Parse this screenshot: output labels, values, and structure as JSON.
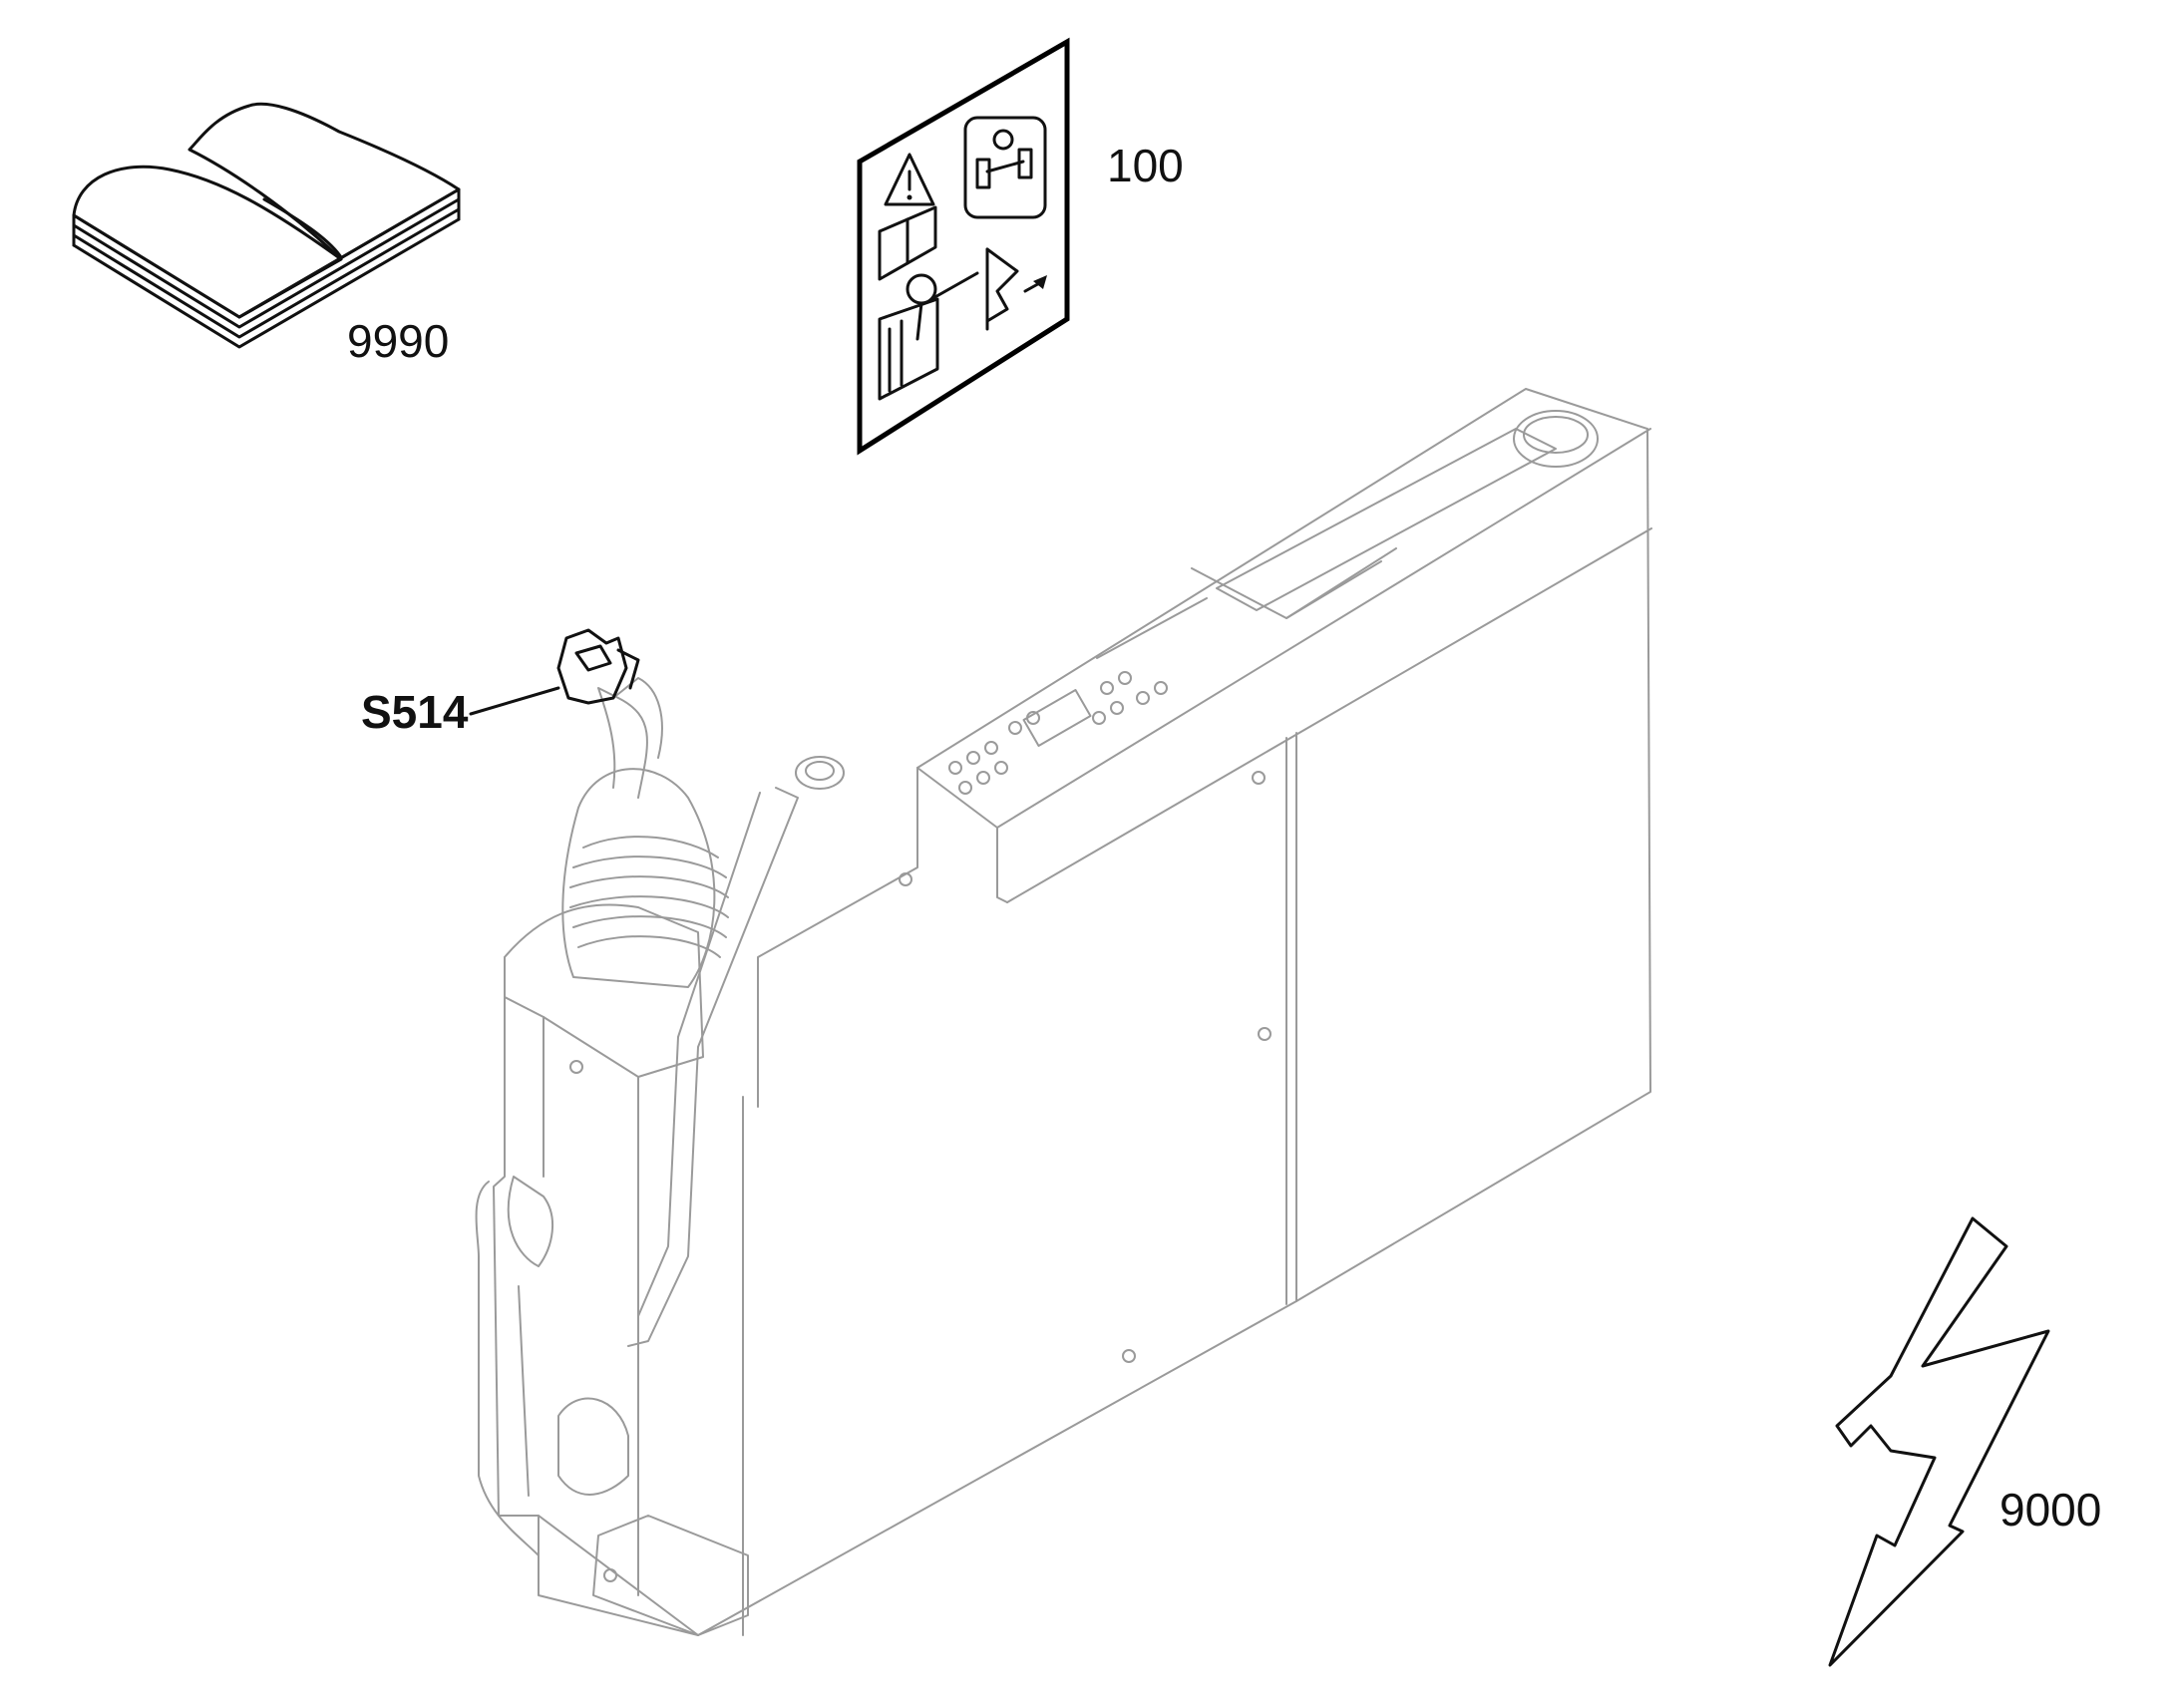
{
  "labels": {
    "manual_number": "9990",
    "decal_number": "100",
    "switch_number": "S514",
    "electrical_number": "9000"
  },
  "colors": {
    "line": "#000000",
    "part_outline": "#9a9a9a",
    "background": "#ffffff"
  }
}
